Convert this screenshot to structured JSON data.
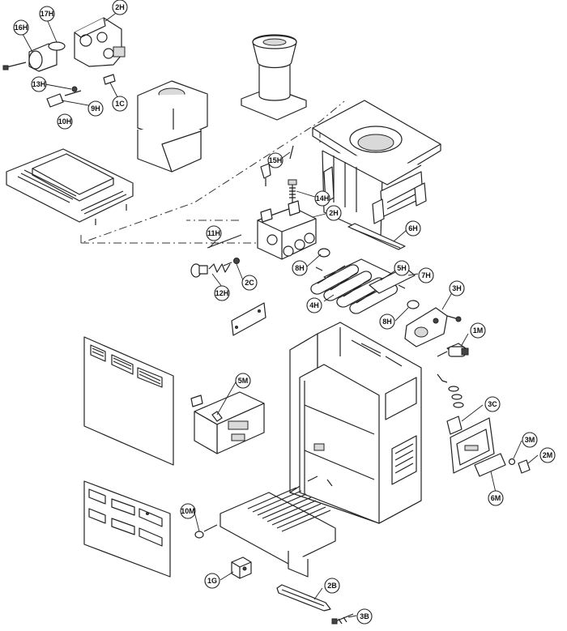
{
  "diagram": {
    "type": "exploded-parts-view",
    "callouts": [
      {
        "id": "c16H",
        "label": "16H"
      },
      {
        "id": "c17H",
        "label": "17H"
      },
      {
        "id": "c2H_top",
        "label": "2H"
      },
      {
        "id": "c13H",
        "label": "13H"
      },
      {
        "id": "c9H",
        "label": "9H"
      },
      {
        "id": "c10H",
        "label": "10H"
      },
      {
        "id": "c1C",
        "label": "1C"
      },
      {
        "id": "c15H",
        "label": "15H"
      },
      {
        "id": "c14H",
        "label": "14H"
      },
      {
        "id": "c2H_mid",
        "label": "2H"
      },
      {
        "id": "c6H",
        "label": "6H"
      },
      {
        "id": "c11H",
        "label": "11H"
      },
      {
        "id": "c12H",
        "label": "12H"
      },
      {
        "id": "c2C",
        "label": "2C"
      },
      {
        "id": "c8H_a",
        "label": "8H"
      },
      {
        "id": "c5H",
        "label": "5H"
      },
      {
        "id": "c7H",
        "label": "7H"
      },
      {
        "id": "c4H",
        "label": "4H"
      },
      {
        "id": "c3H",
        "label": "3H"
      },
      {
        "id": "c8H_b",
        "label": "8H"
      },
      {
        "id": "c1M",
        "label": "1M"
      },
      {
        "id": "c5M",
        "label": "5M"
      },
      {
        "id": "c3C",
        "label": "3C"
      },
      {
        "id": "c3M",
        "label": "3M"
      },
      {
        "id": "c2M",
        "label": "2M"
      },
      {
        "id": "c6M",
        "label": "6M"
      },
      {
        "id": "c10M",
        "label": "10M"
      },
      {
        "id": "c1G",
        "label": "1G"
      },
      {
        "id": "c2B",
        "label": "2B"
      },
      {
        "id": "c3B",
        "label": "3B"
      }
    ]
  }
}
